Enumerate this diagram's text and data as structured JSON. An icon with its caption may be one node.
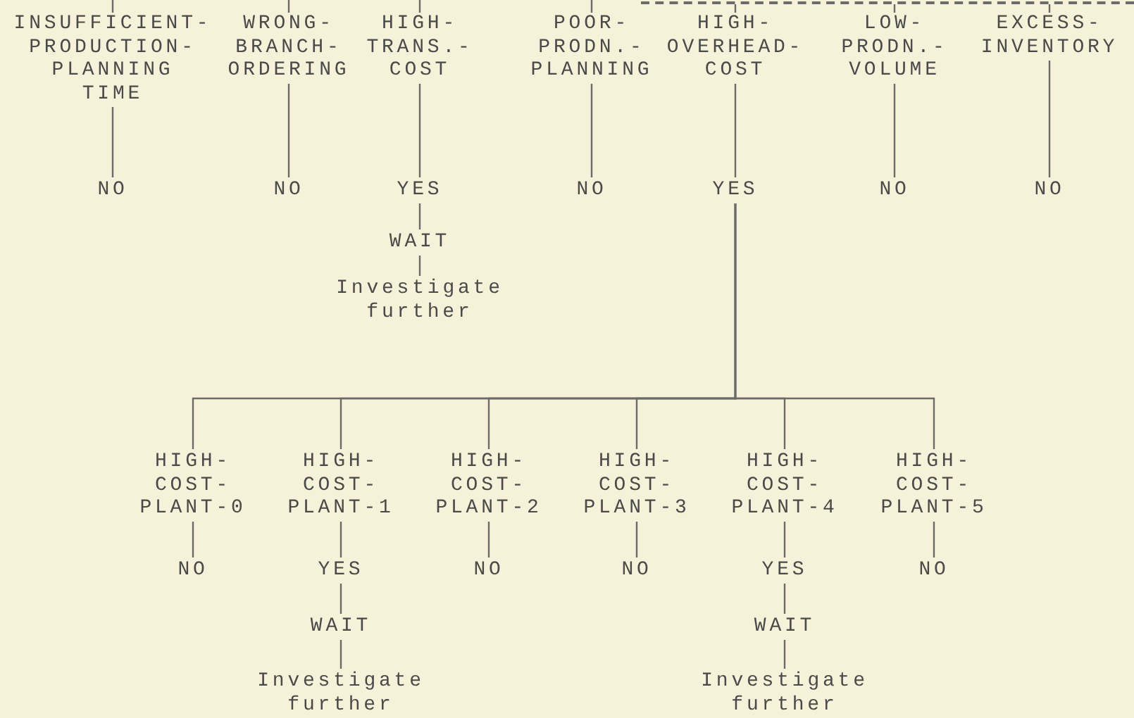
{
  "diagram": {
    "nodes": [
      {
        "text": [
          "INSUFFICIENT-PRODUCTION-PLANNING TIME"
        ]
      },
      {
        "text": [
          "WRONG-BRANCH-ORDERING"
        ]
      },
      {
        "text": [
          "HIGH-TRANS.-COST"
        ]
      },
      {
        "text": [
          "POOR-PRODN.-PLANNING"
        ]
      },
      {
        "text": [
          "HIGH-OVERHEAD-COST"
        ]
      },
      {
        "text": [
          "LOW-PRODN.-VOLUME"
        ]
      },
      {
        "text": [
          "EXCESS-INVENTORY"
        ]
      },
      {
        "text": [
          "NO"
        ]
      },
      {
        "text": [
          "NO"
        ]
      },
      {
        "text": [
          "YES"
        ]
      },
      {
        "text": [
          "NO"
        ]
      },
      {
        "text": [
          "YES"
        ]
      },
      {
        "text": [
          "NO"
        ]
      },
      {
        "text": [
          "NO"
        ]
      },
      {
        "text": [
          "WAIT"
        ]
      },
      {
        "text": [
          "Investigate further"
        ]
      },
      {
        "text": [
          "HIGH-COST-PLANT-0"
        ]
      },
      {
        "text": [
          "HIGH-COST-PLANT-1"
        ]
      },
      {
        "text": [
          "HIGH-COST-PLANT-2"
        ]
      },
      {
        "text": [
          "HIGH-COST-PLANT-3"
        ]
      },
      {
        "text": [
          "HIGH-COST-PLANT-4"
        ]
      },
      {
        "text": [
          "HIGH-COST-PLANT-5"
        ]
      },
      {
        "text": [
          "NO"
        ]
      },
      {
        "text": [
          "YES"
        ]
      },
      {
        "text": [
          "NO"
        ]
      },
      {
        "text": [
          "NO"
        ]
      },
      {
        "text": [
          "YES"
        ]
      },
      {
        "text": [
          "NO"
        ]
      },
      {
        "text": [
          "WAIT"
        ]
      },
      {
        "text": [
          "WAIT"
        ]
      },
      {
        "text": [
          "Investigate further"
        ]
      },
      {
        "text": [
          "Investigate further"
        ]
      },
      {
        "text": [],
        "shape": "bar"
      }
    ],
    "edges": [
      {
        "from": null,
        "to": 0,
        "arrow": "none"
      },
      {
        "from": null,
        "to": 1,
        "arrow": "none"
      },
      {
        "from": null,
        "to": 2,
        "arrow": "none"
      },
      {
        "from": null,
        "to": 3,
        "arrow": "none"
      },
      {
        "from": 32,
        "to": 4,
        "arrow": "none"
      },
      {
        "from": 32,
        "to": 5,
        "arrow": "none"
      },
      {
        "from": 32,
        "to": 6,
        "arrow": "none"
      },
      {
        "from": 0,
        "to": 7,
        "arrow": "none"
      },
      {
        "from": 1,
        "to": 8,
        "arrow": "none"
      },
      {
        "from": 2,
        "to": 9,
        "arrow": "none"
      },
      {
        "from": 3,
        "to": 10,
        "arrow": "none"
      },
      {
        "from": 4,
        "to": 11,
        "arrow": "none"
      },
      {
        "from": 5,
        "to": 12,
        "arrow": "none"
      },
      {
        "from": 6,
        "to": 13,
        "arrow": "none"
      },
      {
        "from": 9,
        "to": 14,
        "arrow": "none"
      },
      {
        "from": 14,
        "to": 15,
        "arrow": "none"
      },
      {
        "from": 11,
        "to": 16,
        "arrow": "none"
      },
      {
        "from": 11,
        "to": 17,
        "arrow": "none"
      },
      {
        "from": 11,
        "to": 18,
        "arrow": "none"
      },
      {
        "from": 11,
        "to": 19,
        "arrow": "none"
      },
      {
        "from": 11,
        "to": 20,
        "arrow": "none"
      },
      {
        "from": 11,
        "to": 21,
        "arrow": "none"
      },
      {
        "from": 16,
        "to": 22,
        "arrow": "none"
      },
      {
        "from": 17,
        "to": 23,
        "arrow": "none"
      },
      {
        "from": 18,
        "to": 24,
        "arrow": "none"
      },
      {
        "from": 19,
        "to": 25,
        "arrow": "none"
      },
      {
        "from": 20,
        "to": 26,
        "arrow": "none"
      },
      {
        "from": 21,
        "to": 27,
        "arrow": "none"
      },
      {
        "from": 23,
        "to": 28,
        "arrow": "none"
      },
      {
        "from": 26,
        "to": 29,
        "arrow": "none"
      },
      {
        "from": 28,
        "to": 30,
        "arrow": "none"
      },
      {
        "from": 29,
        "to": 31,
        "arrow": "none"
      }
    ]
  }
}
